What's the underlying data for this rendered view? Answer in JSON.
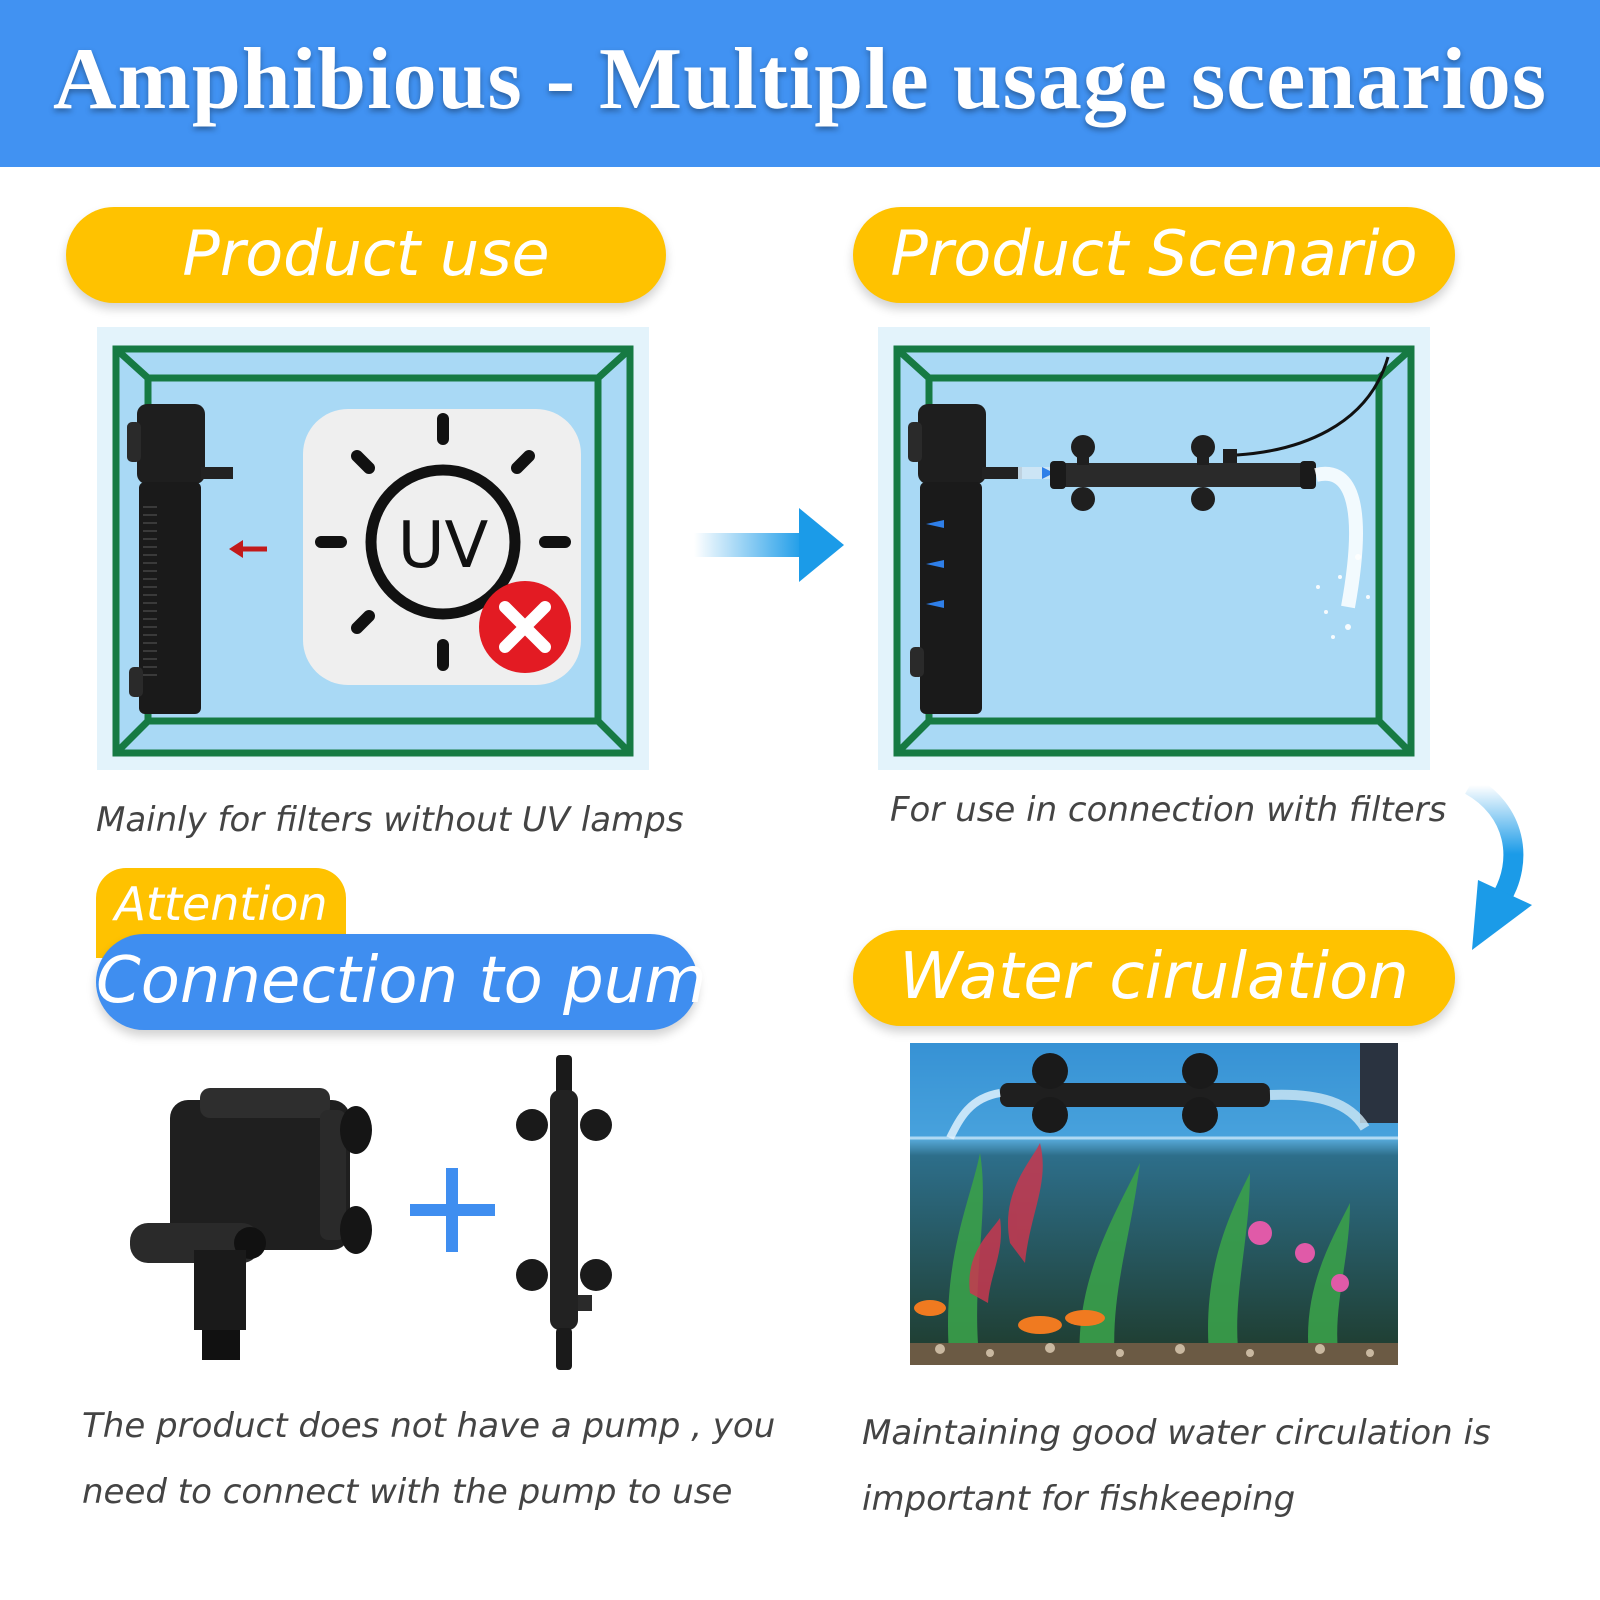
{
  "header": {
    "title": "Amphibious - Multiple usage scenarios",
    "color": "#4192f2"
  },
  "sections": {
    "product_use": {
      "label": "Product use",
      "caption": "Mainly for filters without UV lamps",
      "uv_label": "UV"
    },
    "product_scenario": {
      "label": "Product Scenario",
      "caption": "For use in connection with filters"
    },
    "connection": {
      "badge": "Attention",
      "label": "Connection to pump",
      "caption_line1": "The product does not have a pump , you",
      "caption_line2": "need to connect with the pump to use"
    },
    "water": {
      "label": "Water cirulation",
      "caption_line1": "Maintaining good water circulation is",
      "caption_line2": "important for fishkeeping"
    }
  },
  "colors": {
    "pill_yellow": "#ffc200",
    "pill_blue": "#3f8ef0",
    "tank_green": "#167a43",
    "water": "#a9d9f5",
    "arrow_blue": "#1b9be8",
    "x_red": "#e31b23"
  },
  "icons": [
    "uv-lamp-icon",
    "prohibited-x-icon",
    "right-arrow-icon",
    "curved-down-arrow-icon",
    "plus-icon"
  ]
}
